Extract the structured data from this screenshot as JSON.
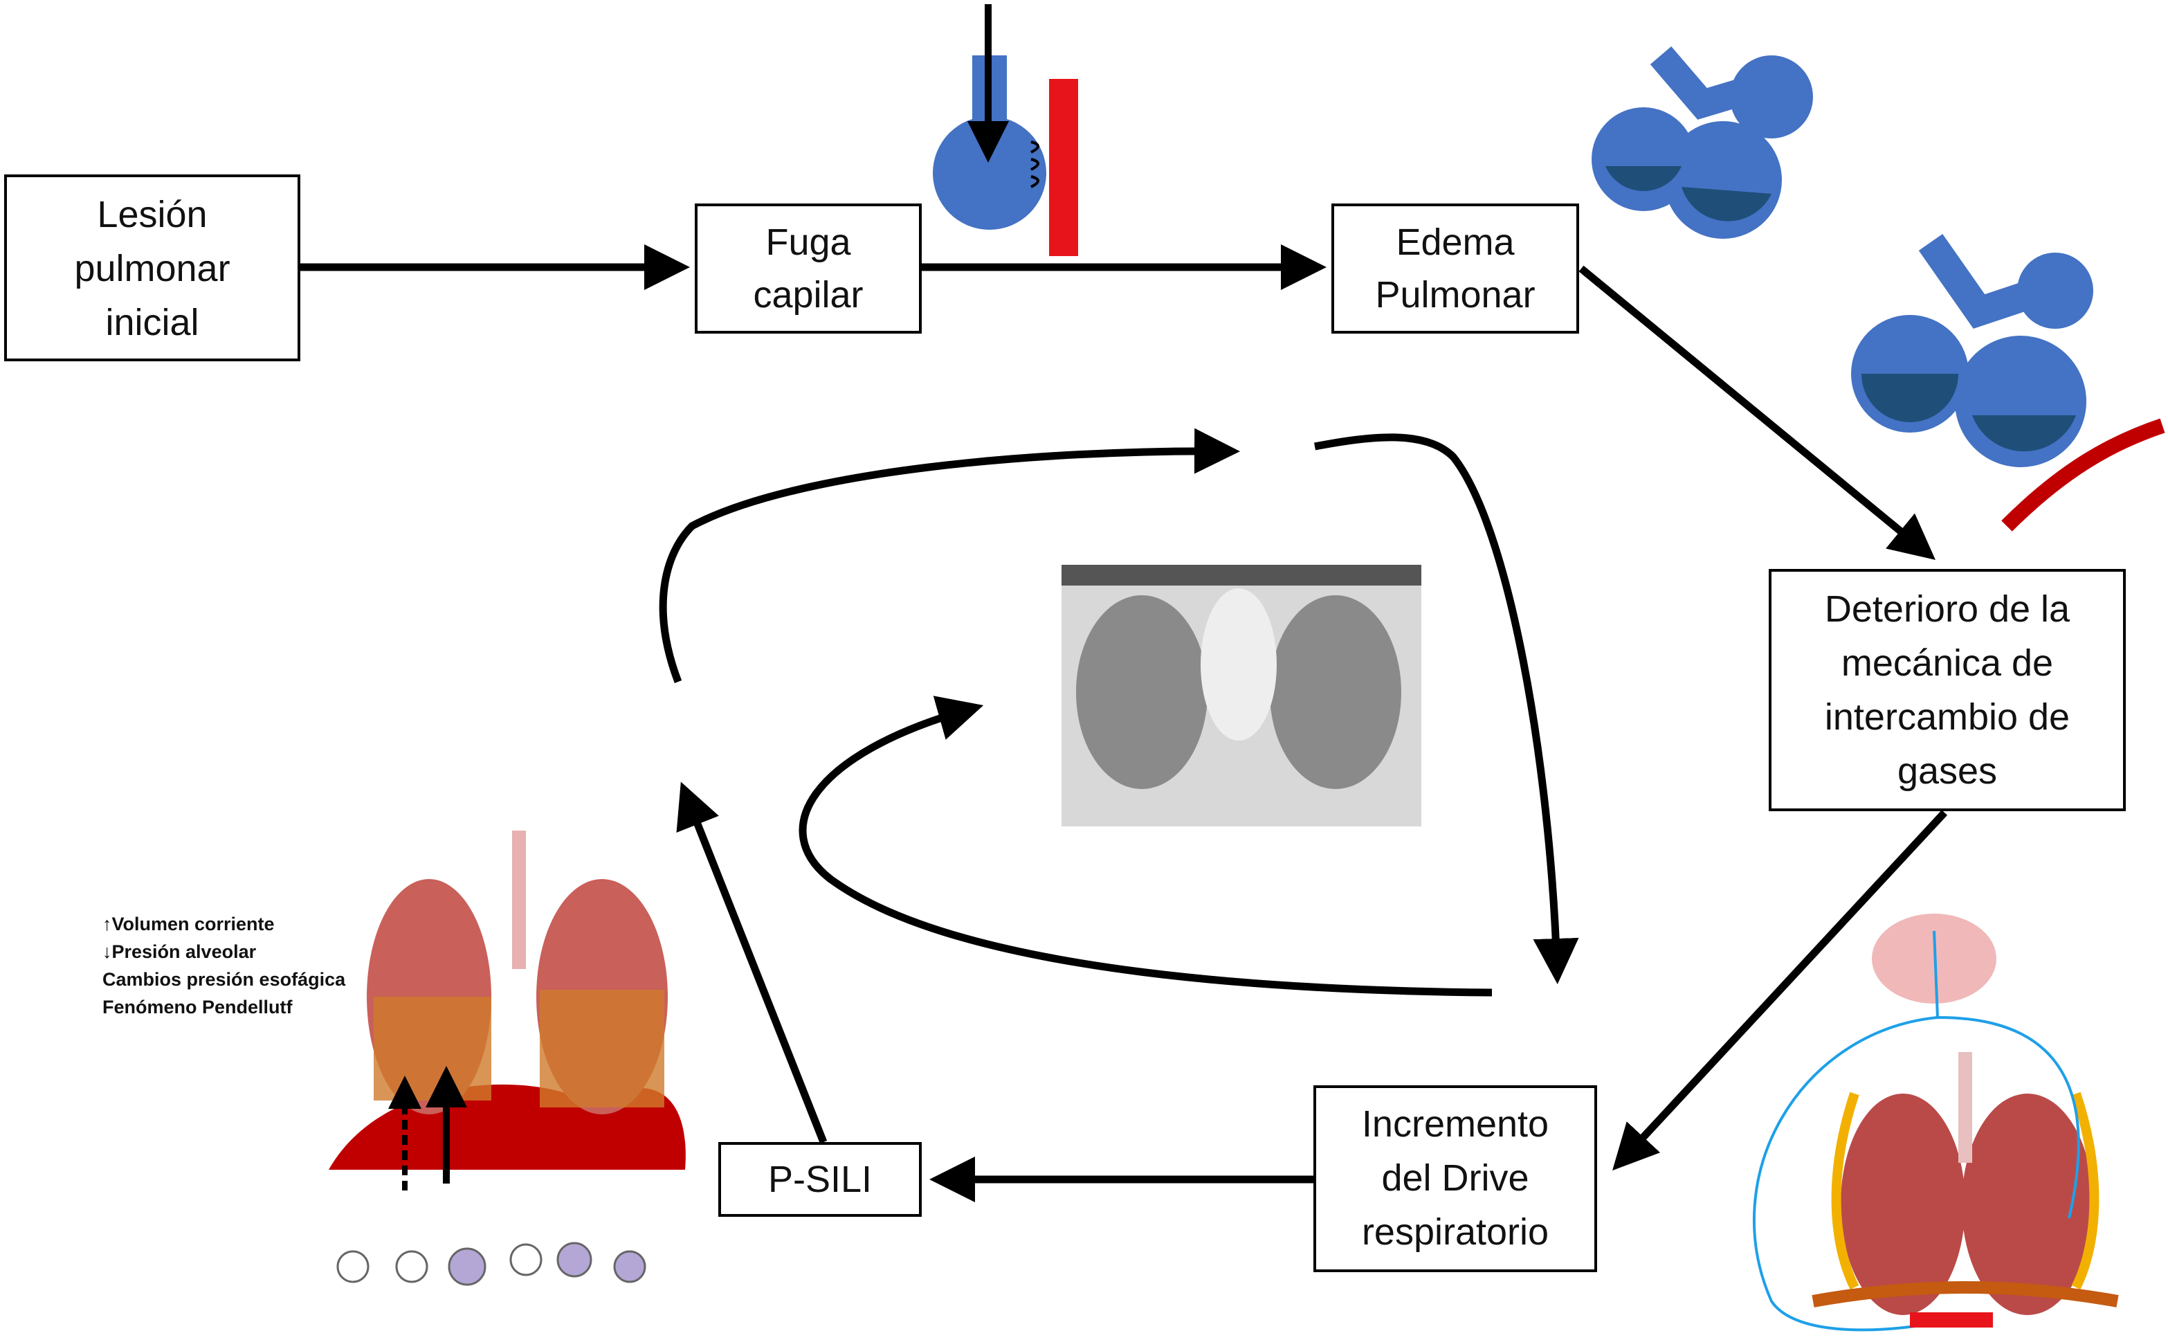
{
  "boxes": {
    "lesion": [
      "Lesión",
      "pulmonar",
      "inicial"
    ],
    "fuga": [
      "Fuga",
      "capilar"
    ],
    "edema": [
      "Edema",
      "Pulmonar"
    ],
    "deterioro": [
      "Deterioro de la",
      "mecánica de",
      "intercambio de",
      "gases"
    ],
    "incremento": [
      "Incremento",
      "del Drive",
      "respiratorio"
    ],
    "psili": [
      "P-SILI"
    ]
  },
  "notes": [
    "↑Volumen corriente",
    "↓Presión alveolar",
    "Cambios presión esofágica",
    "Fenómeno Pendellutf"
  ],
  "colors": {
    "alveolus": "#4472c4",
    "alveolus_dark": "#1f4e79",
    "vessel": "#e8141b",
    "lung": "#c0504d",
    "ct": "#888888"
  }
}
